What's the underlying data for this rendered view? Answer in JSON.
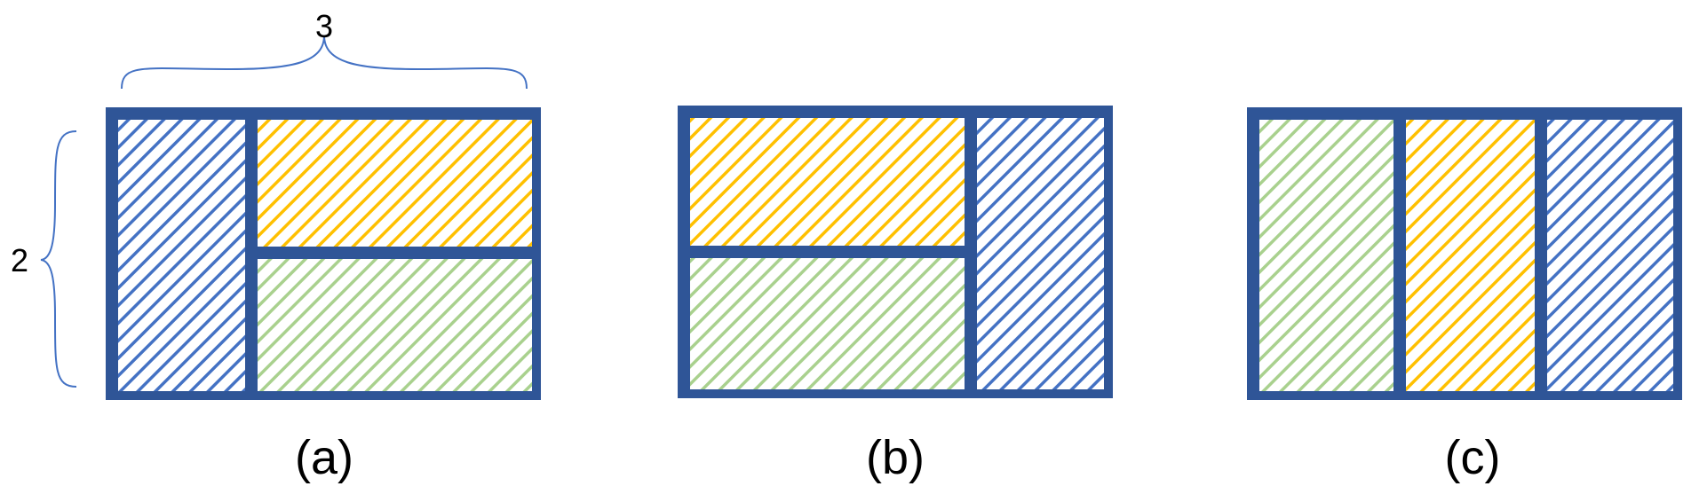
{
  "colors": {
    "frame": "#2F5597",
    "blue_hatch": "#4472C4",
    "orange_hatch": "#FFC000",
    "green_hatch": "#A9D18E",
    "brace": "#4472C4",
    "background": "#FFFFFF"
  },
  "dimensions": {
    "width_label": "3",
    "height_label": "2"
  },
  "panels": [
    {
      "caption": "(a)",
      "tiles": [
        "blue",
        "orange",
        "green"
      ]
    },
    {
      "caption": "(b)",
      "tiles": [
        "orange",
        "green",
        "blue"
      ]
    },
    {
      "caption": "(c)",
      "tiles": [
        "green",
        "orange",
        "blue"
      ]
    }
  ]
}
